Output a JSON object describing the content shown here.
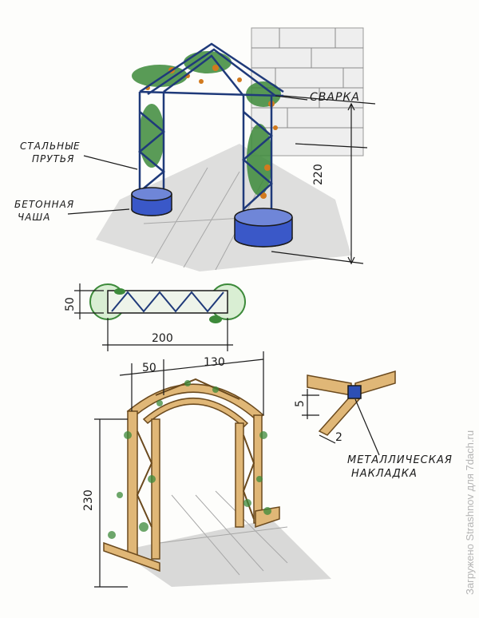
{
  "labels": {
    "welding": "СВАРКА",
    "steel_rods_line1": "СТАЛЬНЫЕ",
    "steel_rods_line2": "ПРУТЬЯ",
    "concrete_bowl_line1": "БЕТОННАЯ",
    "concrete_bowl_line2": "ЧАША",
    "metal_plate_line1": "МЕТАЛЛИЧЕСКАЯ",
    "metal_plate_line2": "НАКЛАДКА"
  },
  "dimensions": {
    "steel_arch_height": "220",
    "plan_depth": "50",
    "plan_width": "200",
    "wood_depth": "50",
    "wood_width": "130",
    "wood_height": "230",
    "joint_section": "5",
    "joint_thickness": "2"
  },
  "watermark": "Загружено Strashnov для 7dach.ru",
  "colors": {
    "ink": "#1a1a1a",
    "steel": "#1f3a7a",
    "planter": "#3a58c8",
    "foliage": "#3d8a3a",
    "flowers": "#d27a1e",
    "wood": "#e0b777",
    "plate": "#2d4fb5",
    "shadow": "#9a9a9a"
  }
}
